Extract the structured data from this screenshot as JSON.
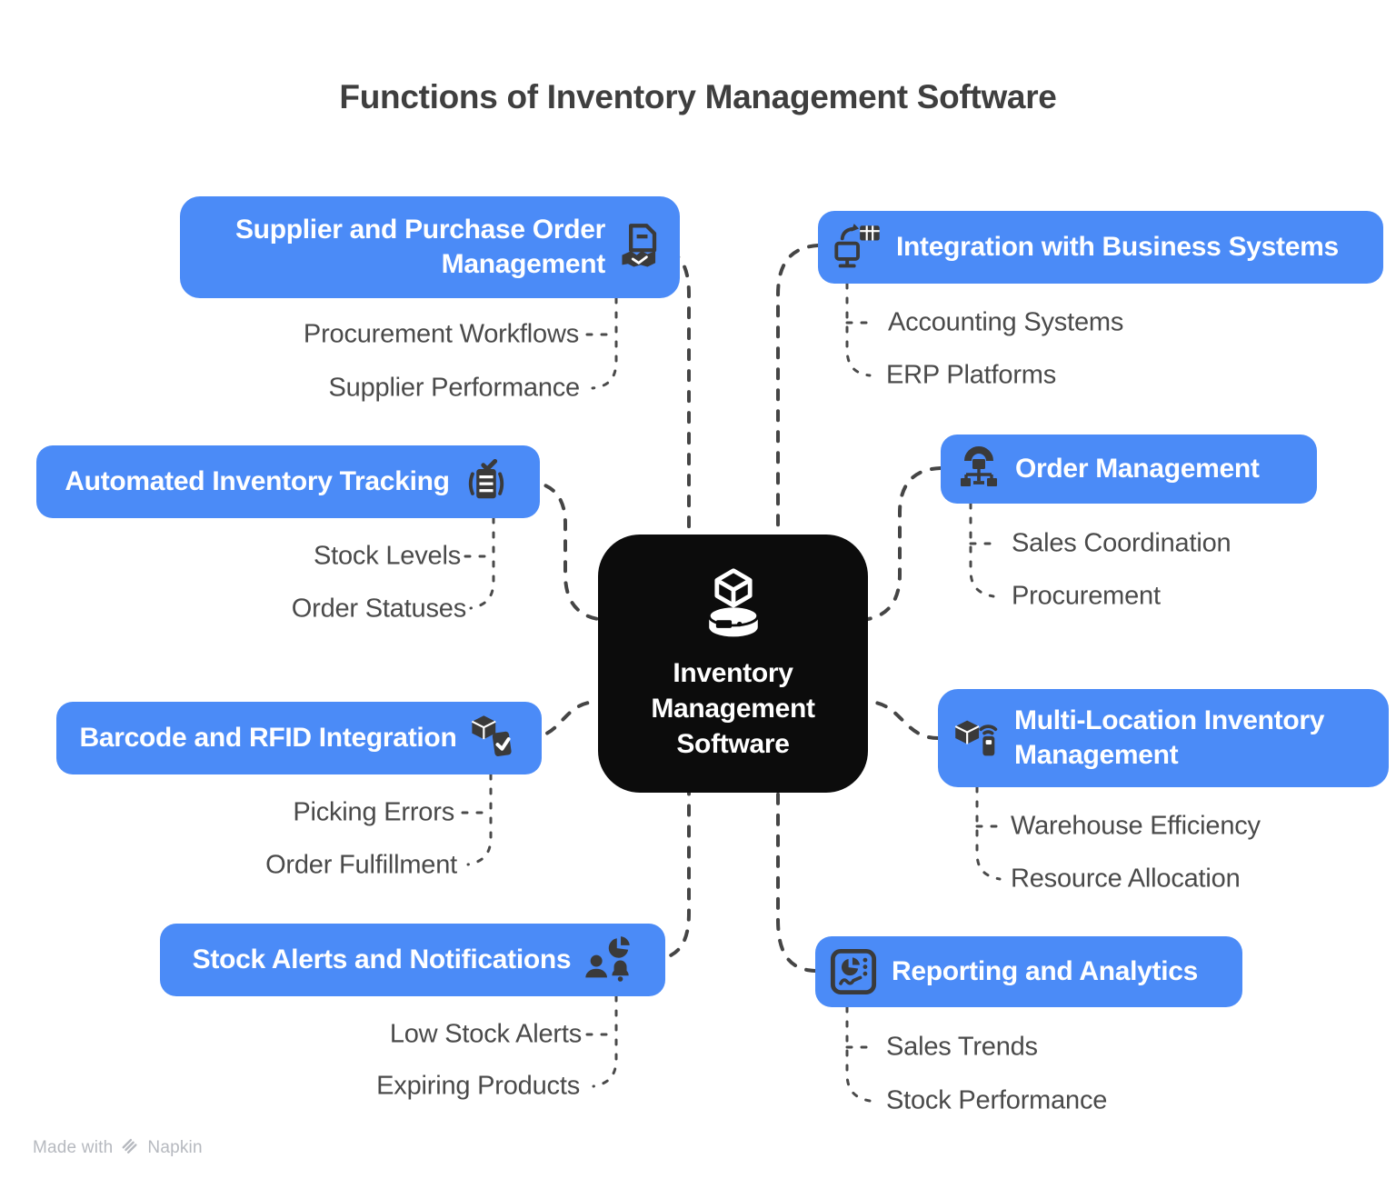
{
  "title": "Functions of Inventory Management Software",
  "colors": {
    "node_accent": "#4b8bf7",
    "node_text": "#ffffff",
    "center_background": "#0c0c0c",
    "connector": "#454545",
    "title_text": "#3f3f3f",
    "sub_text": "#4a4a4a",
    "footer_text": "#b6b9bf",
    "icon_dark": "#3a3a3a"
  },
  "center": {
    "icon": "inventory-stack-icon",
    "lines": [
      "Inventory",
      "Management",
      "Software"
    ]
  },
  "nodes": [
    {
      "label": "Supplier and Purchase Order Management",
      "icon": "document-handshake-icon",
      "children": [
        "Procurement Workflows",
        "Supplier Performance"
      ]
    },
    {
      "label": "Automated Inventory Tracking",
      "icon": "checklist-stack-icon",
      "children": [
        "Stock Levels",
        "Order Statuses"
      ]
    },
    {
      "label": "Barcode and RFID Integration",
      "icon": "cube-scanner-check-icon",
      "children": [
        "Picking Errors",
        "Order Fulfillment"
      ]
    },
    {
      "label": "Stock Alerts and Notifications",
      "icon": "person-bell-pie-icon",
      "children": [
        "Low Stock Alerts",
        "Expiring Products"
      ]
    },
    {
      "label": "Integration with Business Systems",
      "icon": "monitor-sync-table-icon",
      "children": [
        "Accounting Systems",
        "ERP Platforms"
      ]
    },
    {
      "label": "Order Management",
      "icon": "hierarchy-network-icon",
      "children": [
        "Sales Coordination",
        "Procurement"
      ]
    },
    {
      "label": "Multi-Location Inventory Management",
      "icon": "cube-mobile-wifi-icon",
      "children": [
        "Warehouse Efficiency",
        "Resource Allocation"
      ]
    },
    {
      "label": "Reporting and Analytics",
      "icon": "dashboard-pie-chart-icon",
      "children": [
        "Sales Trends",
        "Stock Performance"
      ]
    }
  ],
  "footer": {
    "text": "Made with",
    "brand": "Napkin"
  }
}
